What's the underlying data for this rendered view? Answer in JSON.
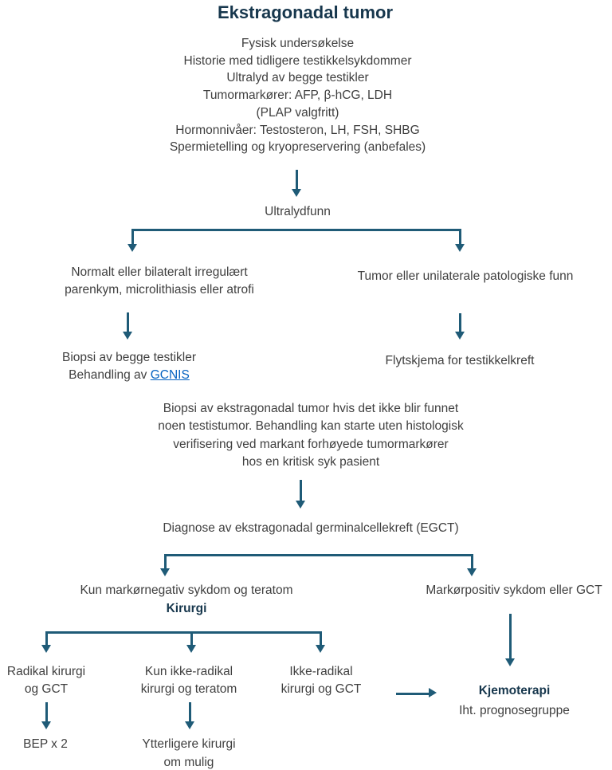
{
  "colors": {
    "arrow": "#1F5B77",
    "heading": "#17374D",
    "text": "#3F3F3F",
    "link": "#0563C1"
  },
  "title": "Ekstragonadal tumor",
  "workup": {
    "lines": [
      "Fysisk undersøkelse",
      "Historie med tidligere testikkelsykdommer",
      "Ultralyd av begge testikler",
      "Tumormarkører: AFP, β-hCG, LDH",
      "(PLAP valgfritt)",
      "Hormonnivåer: Testosteron, LH, FSH, SHBG",
      "Spermietelling og kryopreservering (anbefales)"
    ]
  },
  "ultrasound": {
    "label": "Ultralydfunn"
  },
  "ultrasound_branches": {
    "left": {
      "lines": [
        "Normalt eller bilateralt irregulært",
        "parenkym, microlithiasis eller atrofi"
      ],
      "result": {
        "line1": "Biopsi av begge testikler",
        "line2_prefix": "Behandling av ",
        "line2_link": "GCNIS"
      }
    },
    "right": {
      "label": "Tumor eller unilaterale patologiske funn",
      "result": "Flytskjema for testikkelkreft"
    }
  },
  "biopsy_note": {
    "lines": [
      "Biopsi av ekstragonadal tumor hvis det ikke blir funnet",
      "noen testistumor. Behandling kan starte uten histologisk",
      "verifisering ved markant forhøyede tumormarkører",
      "hos en kritisk syk pasient"
    ]
  },
  "diagnosis": {
    "label": "Diagnose av ekstragonadal germinalcellekreft (EGCT)"
  },
  "diagnosis_branches": {
    "left": {
      "label": "Kun markørnegativ sykdom og teratom",
      "sublabel": "Kirurgi"
    },
    "right": {
      "label": "Markørpositiv sykdom eller GCT"
    }
  },
  "surgery_branches": [
    {
      "line1": "Radikal kirurgi",
      "line2": "og GCT",
      "result1": "BEP x 2",
      "result2": ""
    },
    {
      "line1": "Kun ikke-radikal",
      "line2": "kirurgi og teratom",
      "result1": "Ytterligere kirurgi",
      "result2": "om mulig"
    },
    {
      "line1": "Ikke-radikal",
      "line2": "kirurgi og GCT"
    }
  ],
  "chemo": {
    "title": "Kjemoterapi",
    "subtitle": "Iht. prognosegruppe"
  }
}
